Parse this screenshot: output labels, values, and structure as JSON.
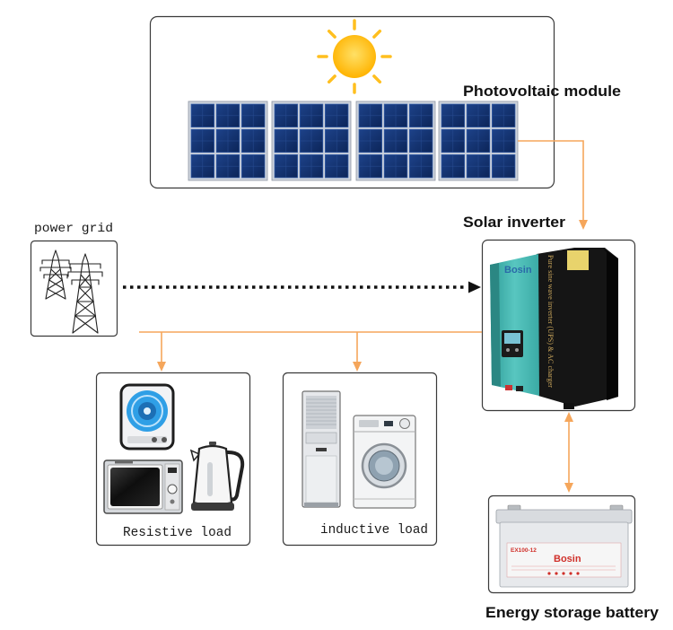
{
  "diagram": {
    "labels": {
      "photovoltaic_module": "Photovoltaic module",
      "solar_inverter": "Solar inverter",
      "power_grid": "power grid",
      "resistive_load": "Resistive load",
      "inductive_load": "inductive load",
      "energy_storage_battery": "Energy storage battery"
    },
    "markings": {
      "inverter_brand": "Bosin",
      "inverter_side_text": "Pure sine wave inverter (UPS) & AC charger",
      "battery_brand": "Bosin",
      "battery_model": "EX100-12"
    }
  },
  "icons": {
    "sun": "sun-icon",
    "solar_panel": "solar-panel-icon",
    "inverter": "inverter-icon",
    "transmission_tower": "transmission-tower-icon",
    "induction_cooker": "induction-cooker-icon",
    "microwave": "microwave-icon",
    "kettle": "kettle-icon",
    "air_conditioner": "air-conditioner-icon",
    "washing_machine": "washing-machine-icon",
    "battery": "battery-icon"
  },
  "colors": {
    "ac_flow_line": "#F5A65B",
    "grid_flow_line": "#111111",
    "box_border": "#3a3a3a",
    "sun": "#FFB300"
  }
}
